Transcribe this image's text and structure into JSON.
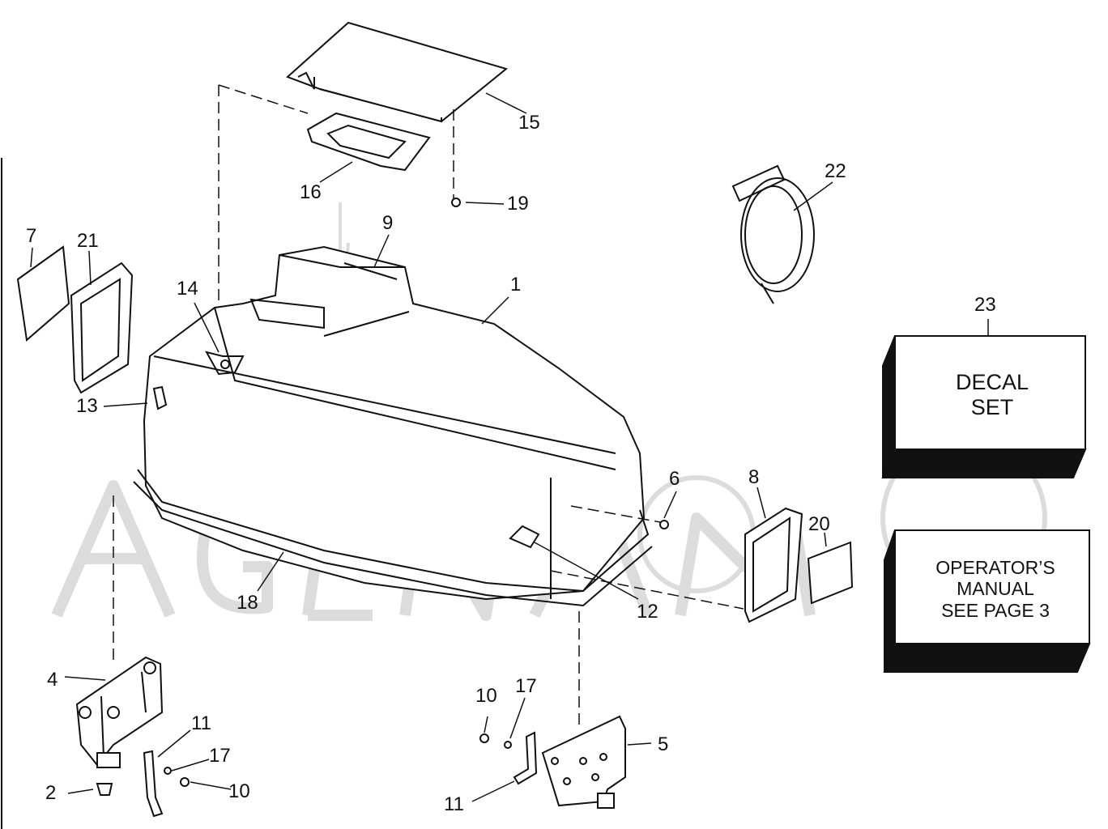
{
  "callouts": {
    "c1": "1",
    "c2": "2",
    "c4": "4",
    "c5": "5",
    "c6": "6",
    "c7": "7",
    "c8": "8",
    "c9": "9",
    "c10a": "10",
    "c10b": "10",
    "c11a": "11",
    "c11b": "11",
    "c12": "12",
    "c13": "13",
    "c14": "14",
    "c15": "15",
    "c16": "16",
    "c17a": "17",
    "c17b": "17",
    "c18": "18",
    "c19": "19",
    "c20": "20",
    "c21": "21",
    "c22": "22",
    "c23": "23"
  },
  "decal_box": {
    "line1": "DECAL",
    "line2": "SET"
  },
  "manual_box": {
    "line1": "OPERATOR’S",
    "line2": "MANUAL",
    "line3": "SEE PAGE 3"
  },
  "colors": {
    "ink": "#111111",
    "paper": "#ffffff",
    "watermark": "#d9d9d9"
  }
}
